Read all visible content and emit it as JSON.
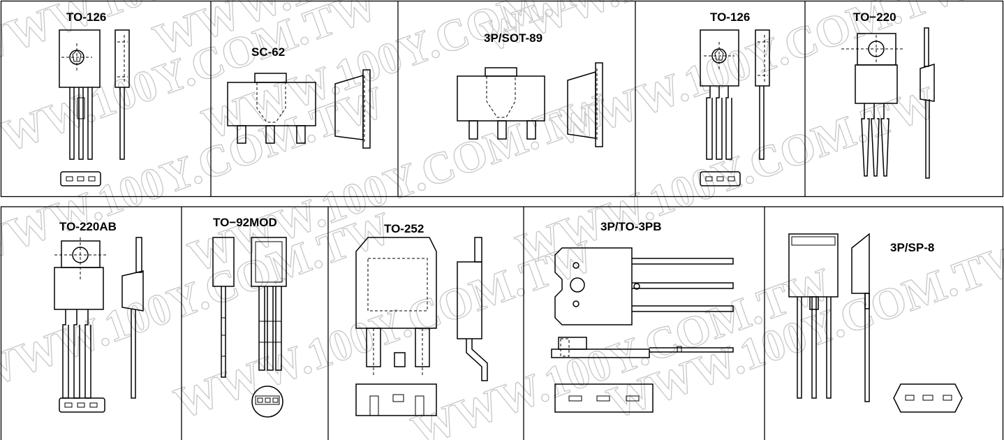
{
  "watermark": "WWW.100Y.COM.TW",
  "rows": [
    {
      "cells": [
        {
          "name": "to-126-a",
          "label": "TO-126"
        },
        {
          "name": "sc-62",
          "label": "SC-62"
        },
        {
          "name": "3p-sot-89",
          "label": "3P/SOT-89"
        },
        {
          "name": "to-126-b",
          "label": "TO-126"
        },
        {
          "name": "to-220",
          "label": "TO−220"
        }
      ]
    },
    {
      "cells": [
        {
          "name": "to-220ab",
          "label": "TO-220AB"
        },
        {
          "name": "to-92mod",
          "label": "TO−92MOD"
        },
        {
          "name": "to-252",
          "label": "TO-252"
        },
        {
          "name": "3p-to-3pb",
          "label": "3P/TO-3PB"
        },
        {
          "name": "3p-sp-8",
          "label": "3P/SP-8"
        }
      ]
    }
  ]
}
